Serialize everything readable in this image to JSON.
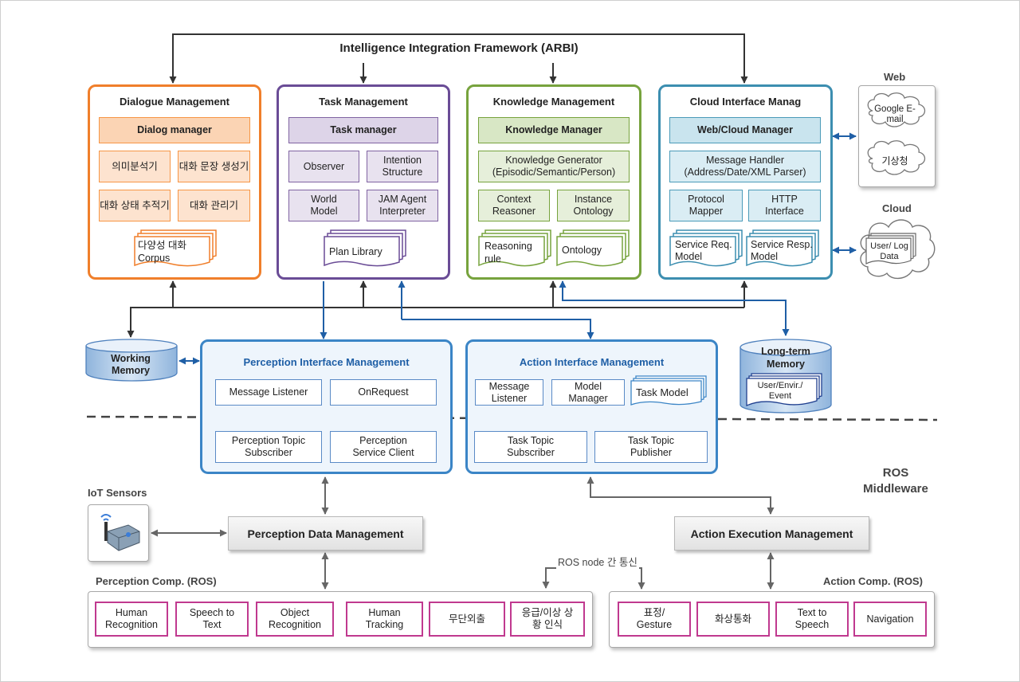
{
  "framework": {
    "title": "Intelligence Integration Framework (ARBI)"
  },
  "dialogue": {
    "title": "Dialogue  Management",
    "manager": "Dialog manager",
    "items": [
      "의미분석기",
      "대화 문장 생성기",
      "대화 상태 추적기",
      "대화 관리기"
    ],
    "doc": [
      "다양성 대화",
      "Corpus"
    ]
  },
  "task": {
    "title": "Task  Management",
    "manager": "Task manager",
    "items": [
      "Observer",
      "Intention Structure",
      "World Model",
      "JAM Agent Interpreter"
    ],
    "doc": "Plan Library"
  },
  "knowledge": {
    "title": "Knowledge  Management",
    "manager": "Knowledge Manager",
    "generator": [
      "Knowledge Generator",
      "(Episodic/Semantic/Person)"
    ],
    "items": [
      "Context Reasoner",
      "Instance Ontology"
    ],
    "docs": [
      "Reasoning rule",
      "Ontology"
    ]
  },
  "cloud_if": {
    "title": "Cloud Interface Manag",
    "manager": "Web/Cloud  Manager",
    "handler": [
      "Message Handler",
      "(Address/Date/XML Parser)"
    ],
    "items": [
      "Protocol Mapper",
      "HTTP Interface"
    ],
    "docs": [
      "Service Req. Model",
      "Service Resp. Model"
    ]
  },
  "web": {
    "label": "Web",
    "items": [
      "Google E-mail",
      "기상청"
    ]
  },
  "cloud": {
    "label": "Cloud",
    "doc": "User/ Log Data"
  },
  "working_memory": "Working Memory",
  "longterm": {
    "title": "Long-term Memory",
    "doc": "User/Envir./ Event"
  },
  "perception_if": {
    "title": "Perception Interface Management",
    "items": [
      "Message Listener",
      "OnRequest",
      "Perception Topic Subscriber",
      "Perception Service Client"
    ]
  },
  "action_if": {
    "title": "Action Interface Management",
    "items": [
      "Message Listener",
      "Model Manager",
      "Task Topic Subscriber",
      "Task Topic Publisher"
    ],
    "doc": "Task Model"
  },
  "ros": {
    "label1": "ROS",
    "label2": "Middleware",
    "node_comm": "ROS node 간 통신"
  },
  "iot": {
    "label": "IoT Sensors"
  },
  "perception_data": "Perception Data Management",
  "action_exec": "Action Execution Management",
  "perception_comp": {
    "label": "Perception Comp. (ROS)",
    "items": [
      "Human Recognition",
      "Speech to Text",
      "Object Recognition",
      "Human Tracking",
      "무단외출",
      "응급/이상 상황 인식"
    ]
  },
  "action_comp": {
    "label": "Action Comp. (ROS)",
    "items": [
      "표정/ Gesture",
      "화상통화",
      "Text to Speech",
      "Navigation"
    ]
  }
}
